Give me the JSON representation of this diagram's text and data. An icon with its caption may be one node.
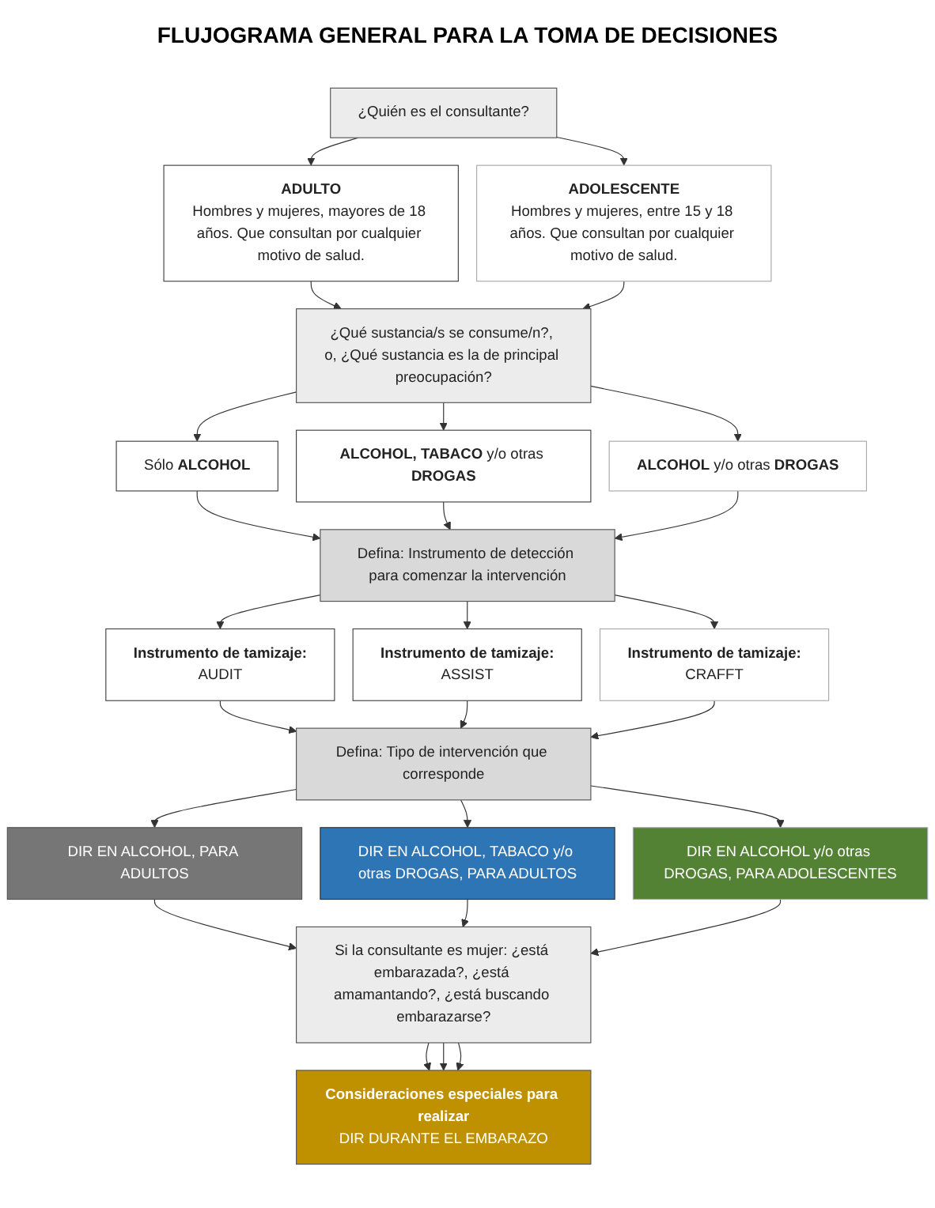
{
  "diagram": {
    "title": "FLUJOGRAMA GENERAL PARA LA TOMA DE DECISIONES",
    "nodes": [
      {
        "text": [
          "¿Quién es el consultante?"
        ]
      },
      {
        "text": [
          "ADULTO",
          "Hombres y mujeres, mayores de 18 años. Que consultan por cualquier motivo de salud."
        ]
      },
      {
        "text": [
          "ADOLESCENTE",
          "Hombres y mujeres, entre 15 y 18 años. Que consultan por cualquier motivo de salud."
        ]
      },
      {
        "text": [
          "¿Qué sustancia/s se consume/n?, o, ¿Qué sustancia es la de principal preocupación?"
        ]
      },
      {
        "text": [
          "Sólo **ALCOHOL**"
        ]
      },
      {
        "text": [
          "**ALCOHOL, TABACO** y/o otras **DROGAS**"
        ]
      },
      {
        "text": [
          "**ALCOHOL** y/o otras **DROGAS**"
        ]
      },
      {
        "text": [
          "Defina: Instrumento de detección para comenzar la intervención"
        ]
      },
      {
        "text": [
          "Instrumento de tamizaje:",
          "AUDIT"
        ]
      },
      {
        "text": [
          "Instrumento de tamizaje:",
          "ASSIST"
        ]
      },
      {
        "text": [
          "Instrumento de tamizaje:",
          "CRAFFT"
        ]
      },
      {
        "text": [
          "Defina: Tipo de intervención que corresponde"
        ]
      },
      {
        "text": [
          "DIR EN ALCOHOL, PARA ADULTOS"
        ]
      },
      {
        "text": [
          "DIR EN ALCOHOL, TABACO y/o otras DROGAS, PARA ADULTOS"
        ]
      },
      {
        "text": [
          "DIR EN ALCOHOL y/o otras DROGAS, PARA ADOLESCENTES"
        ]
      },
      {
        "text": [
          "Si la consultante es mujer: ¿está embarazada?, ¿está amamantando?, ¿está buscando embarazarse?"
        ]
      },
      {
        "text": [
          "Consideraciones especiales para realizar",
          "DIR DURANTE EL EMBARAZO"
        ]
      }
    ],
    "edges": [
      {
        "from": 0,
        "to": 1,
        "arrow": "to"
      },
      {
        "from": 0,
        "to": 2,
        "arrow": "to"
      },
      {
        "from": 1,
        "to": 3,
        "arrow": "to"
      },
      {
        "from": 2,
        "to": 3,
        "arrow": "to"
      },
      {
        "from": 3,
        "to": 4,
        "arrow": "to"
      },
      {
        "from": 3,
        "to": 5,
        "arrow": "to"
      },
      {
        "from": 3,
        "to": 6,
        "arrow": "to"
      },
      {
        "from": 4,
        "to": 7,
        "arrow": "to"
      },
      {
        "from": 5,
        "to": 7,
        "arrow": "to"
      },
      {
        "from": 6,
        "to": 7,
        "arrow": "to"
      },
      {
        "from": 7,
        "to": 8,
        "arrow": "to"
      },
      {
        "from": 7,
        "to": 9,
        "arrow": "to"
      },
      {
        "from": 7,
        "to": 10,
        "arrow": "to"
      },
      {
        "from": 8,
        "to": 11,
        "arrow": "to"
      },
      {
        "from": 9,
        "to": 11,
        "arrow": "to"
      },
      {
        "from": 10,
        "to": 11,
        "arrow": "to"
      },
      {
        "from": 11,
        "to": 12,
        "arrow": "to"
      },
      {
        "from": 11,
        "to": 13,
        "arrow": "to"
      },
      {
        "from": 11,
        "to": 14,
        "arrow": "to"
      },
      {
        "from": 12,
        "to": 15,
        "arrow": "to"
      },
      {
        "from": 13,
        "to": 15,
        "arrow": "to"
      },
      {
        "from": 14,
        "to": 15,
        "arrow": "to"
      },
      {
        "from": 15,
        "to": 16,
        "arrow": "to"
      },
      {
        "from": 15,
        "to": 16,
        "arrow": "to"
      },
      {
        "from": 15,
        "to": 16,
        "arrow": "to"
      }
    ]
  }
}
